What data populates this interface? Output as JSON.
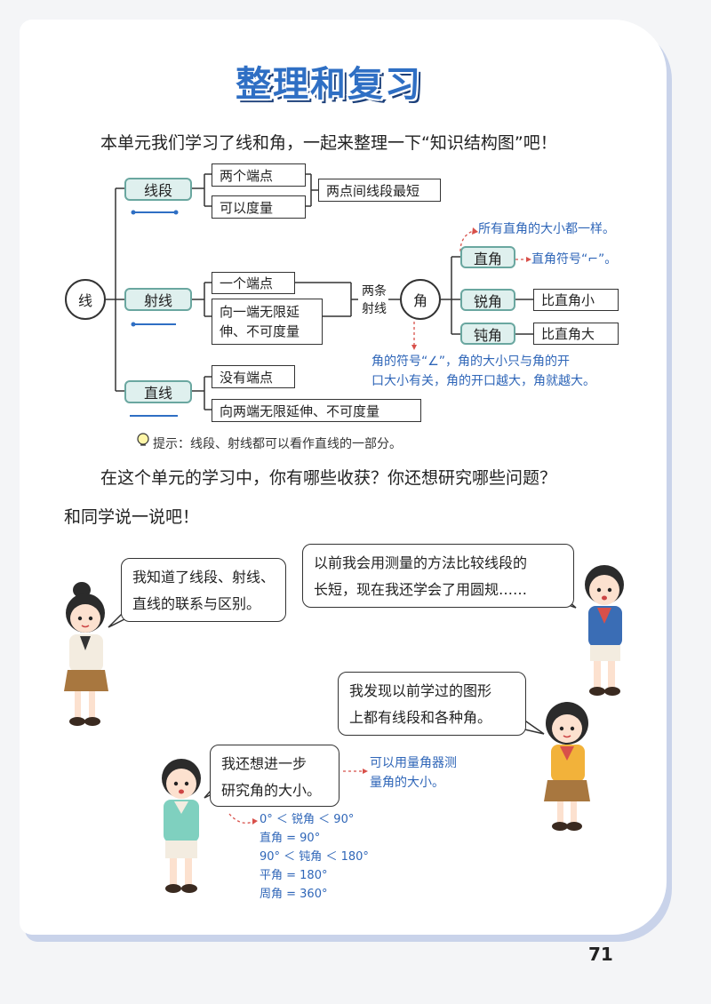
{
  "page": {
    "title": "整理和复习",
    "intro": "本单元我们学习了线和角，一起来整理一下“知识结构图”吧！",
    "page_number": "71"
  },
  "diagram": {
    "root": "线",
    "segment": {
      "label": "线段",
      "props": [
        "两个端点",
        "可以度量"
      ],
      "result": "两点间线段最短"
    },
    "ray": {
      "label": "射线",
      "props": [
        "一个端点",
        "向一端无限延",
        "伸、不可度量"
      ],
      "connector_top": "两条",
      "connector_bottom": "射线"
    },
    "line": {
      "label": "直线",
      "props": [
        "没有端点",
        "向两端无限延伸、不可度量"
      ]
    },
    "angle": {
      "label": "角",
      "types": [
        {
          "label": "直角",
          "desc": ""
        },
        {
          "label": "锐角",
          "desc": "比直角小"
        },
        {
          "label": "钝角",
          "desc": "比直角大"
        }
      ],
      "right_angle_note": "所有直角的大小都一样。",
      "right_angle_symbol": "直角符号“⌐”。",
      "angle_note_1": "角的符号“∠”，角的大小只与角的开",
      "angle_note_2": "口大小有关，角的开口越大，角就越大。"
    },
    "tip": "提示：线段、射线都可以看作直线的一部分。"
  },
  "reflection": {
    "line1": "在这个单元的学习中，你有哪些收获？你还想研究哪些问题？",
    "line2": "和同学说一说吧！"
  },
  "bubbles": {
    "girl1": [
      "我知道了线段、射线、",
      "直线的联系与区别。"
    ],
    "boy1": [
      "以前我会用测量的方法比较线段的",
      "长短，现在我还学会了用圆规……"
    ],
    "girl2": [
      "我发现以前学过的图形",
      "上都有线段和各种角。"
    ],
    "boy2": [
      "我还想进一步",
      "研究角的大小。"
    ]
  },
  "notes": {
    "protractor": [
      "可以用量角器测",
      "量角的大小。"
    ],
    "angles": [
      "0° ＜ 锐角 ＜ 90°",
      "直角 = 90°",
      "90° ＜ 钝角 ＜ 180°",
      "平角 = 180°",
      "周角 = 360°"
    ]
  },
  "colors": {
    "title_blue": "#2f6fc4",
    "note_blue": "#2f66b8",
    "pill_green": "#dff0ee",
    "arrow_red": "#d8504a"
  }
}
